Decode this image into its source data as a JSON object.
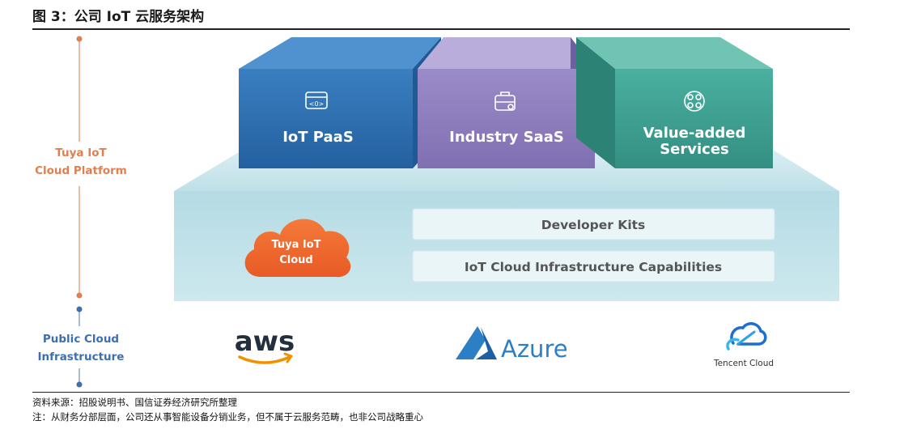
{
  "title": "图 3：公司 IoT 云服务架构",
  "side_labels": {
    "platform_line1": "Tuya IoT",
    "platform_line2": "Cloud Platform",
    "public_line1": "Public Cloud",
    "public_line2": "Infrastructure"
  },
  "blocks": {
    "paas": "IoT PaaS",
    "saas": "Industry SaaS",
    "vas_line1": "Value-added",
    "vas_line2": "Services"
  },
  "cloud": {
    "line1": "Tuya IoT",
    "line2": "Cloud"
  },
  "bars": {
    "developer_kits": "Developer Kits",
    "infrastructure": "IoT Cloud Infrastructure Capabilities"
  },
  "providers": {
    "aws": "aws",
    "azure": "Azure",
    "tencent": "Tencent Cloud"
  },
  "notes": {
    "source": "资料来源：招股说明书、国信证券经济研究所整理",
    "note": "注：从财务分部层面，公司还从事智能设备分销业务，但不属于云服务范畴，也非公司战略重心"
  },
  "colors": {
    "paas": "#2b6fb0",
    "saas": "#8e7dbd",
    "vas": "#3c9e8f",
    "platform": "#b9dde6",
    "cloud": "#ef6a30",
    "axis_orange": "#e07f52",
    "axis_blue": "#3d6fb0"
  }
}
